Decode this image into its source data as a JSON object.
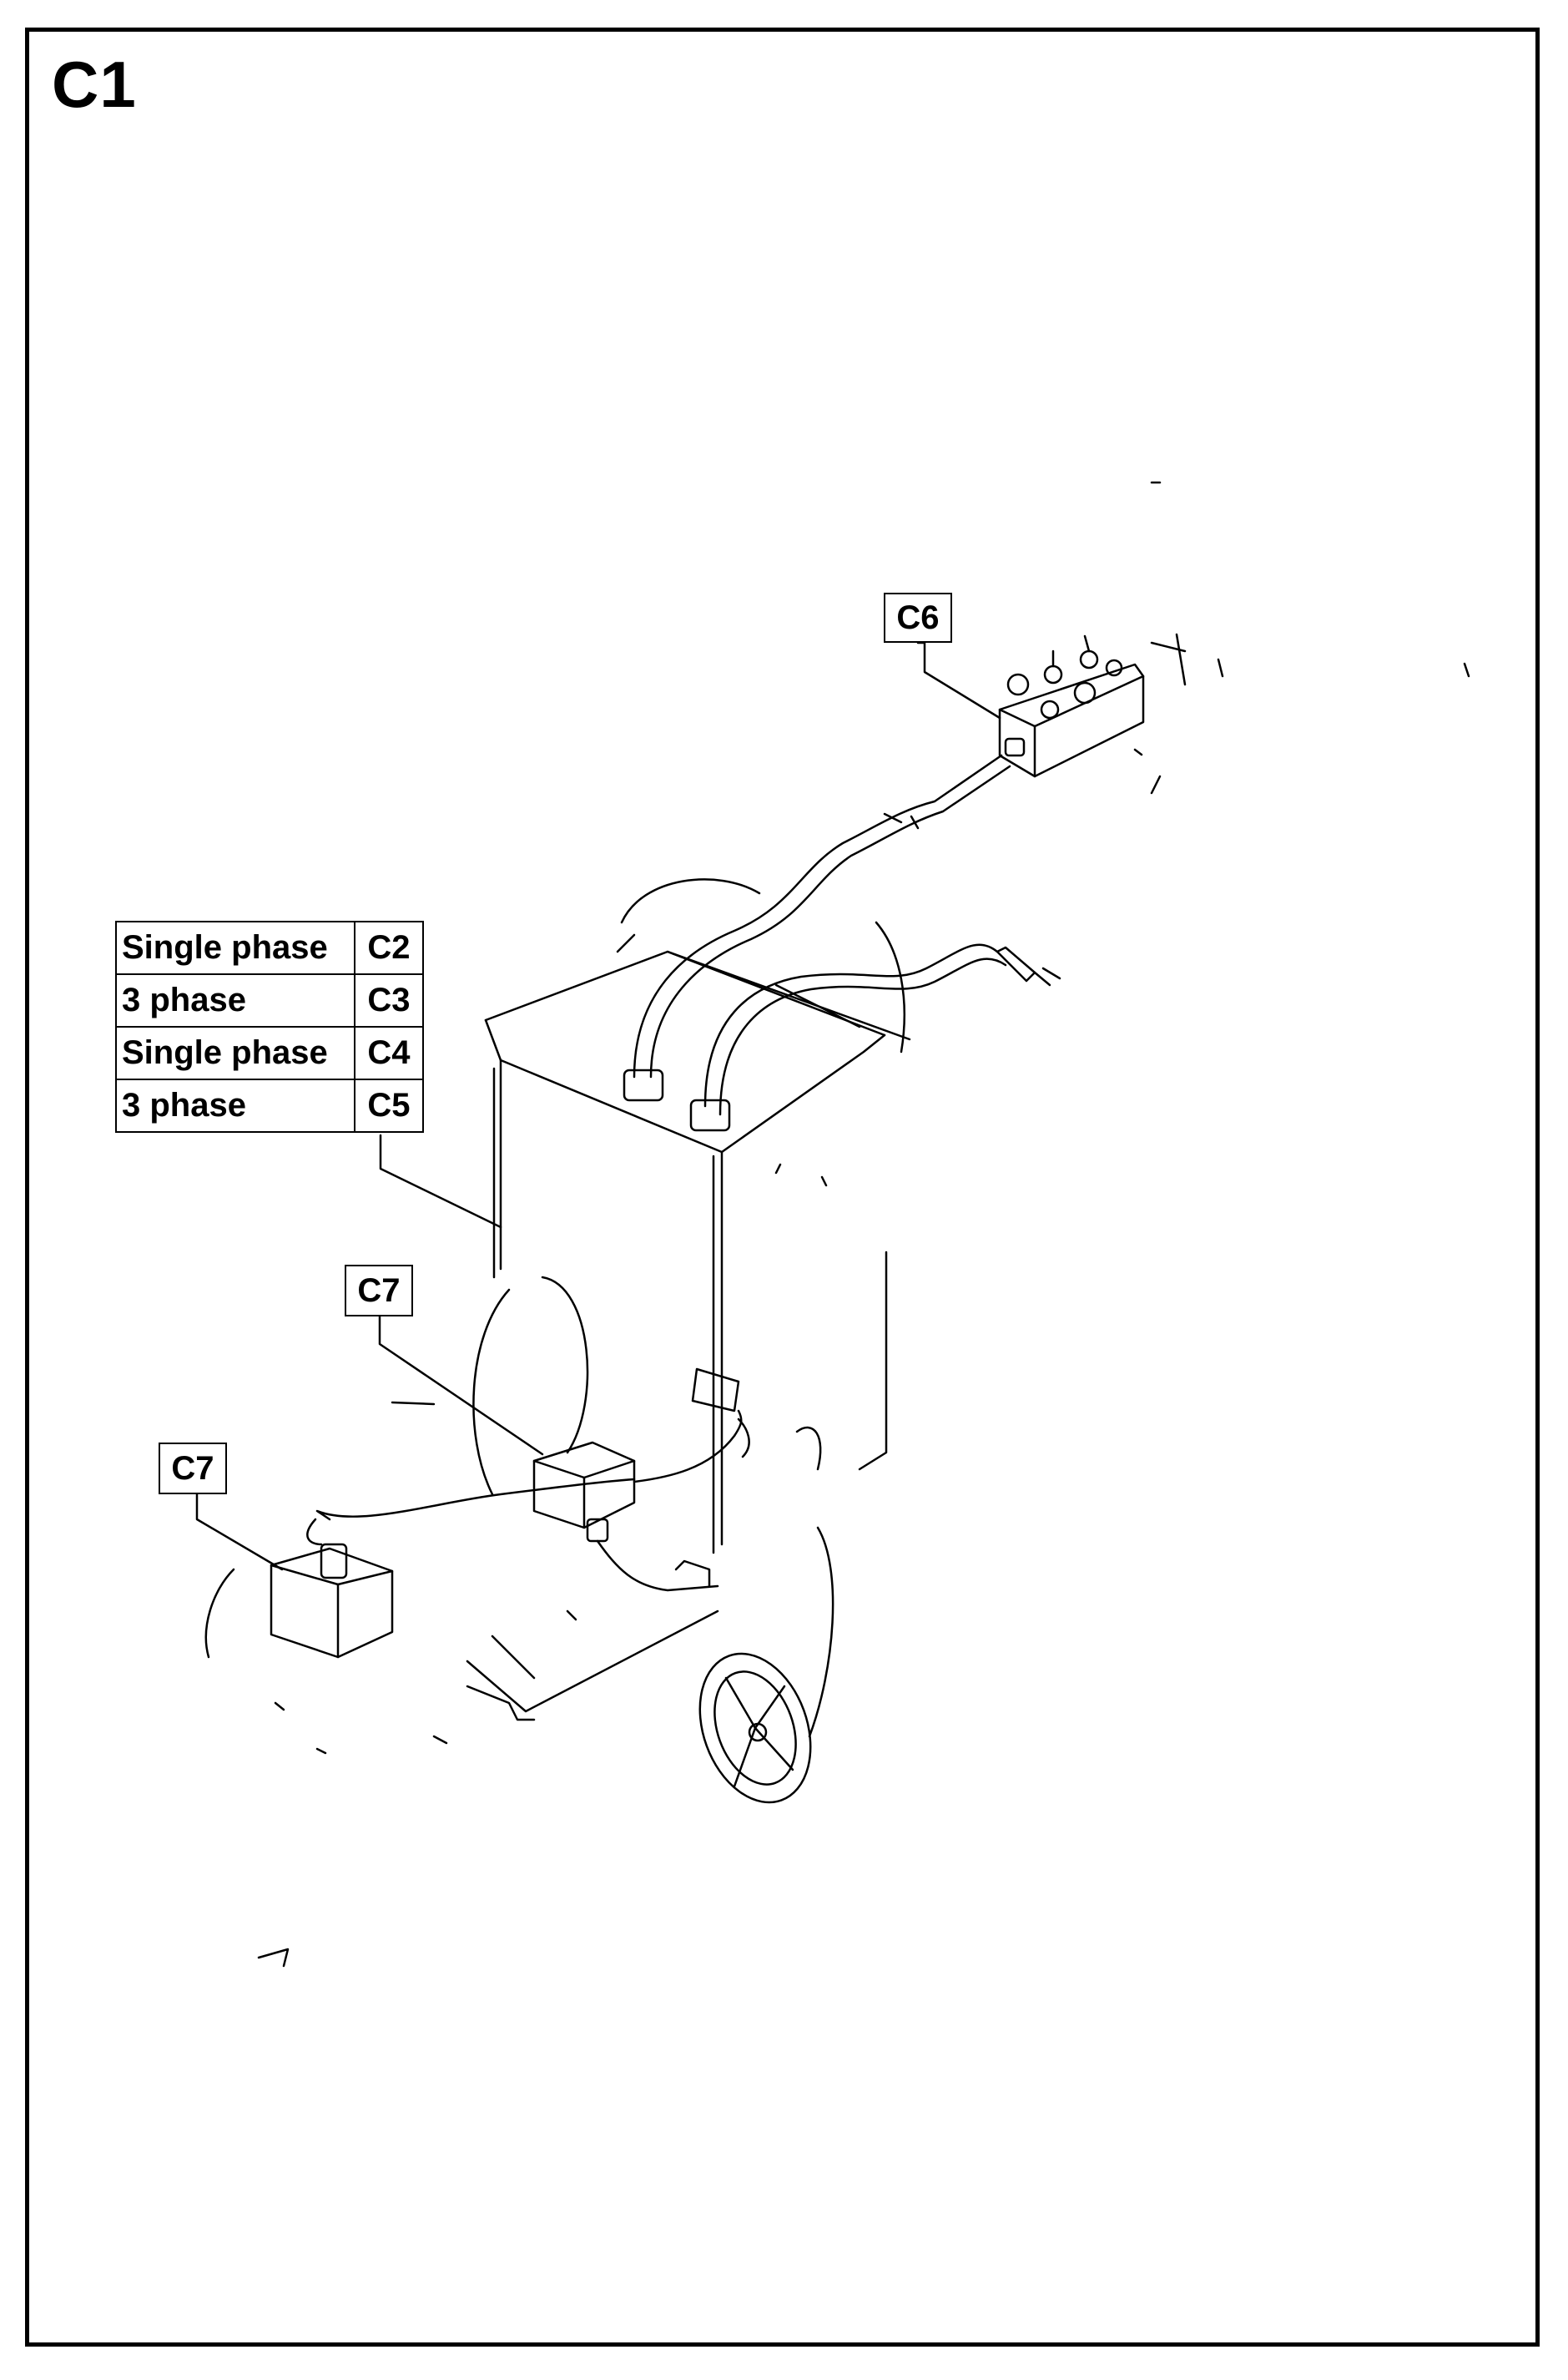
{
  "page": {
    "label": "C1"
  },
  "callouts": {
    "c6": "C6",
    "c7_upper": "C7",
    "c7_lower": "C7"
  },
  "variant_table": {
    "rows": [
      {
        "label": "Single phase",
        "code": "C2"
      },
      {
        "label": "3 phase",
        "code": "C3"
      },
      {
        "label": "Single phase",
        "code": "C4"
      },
      {
        "label": "3 phase",
        "code": "C5"
      }
    ]
  }
}
